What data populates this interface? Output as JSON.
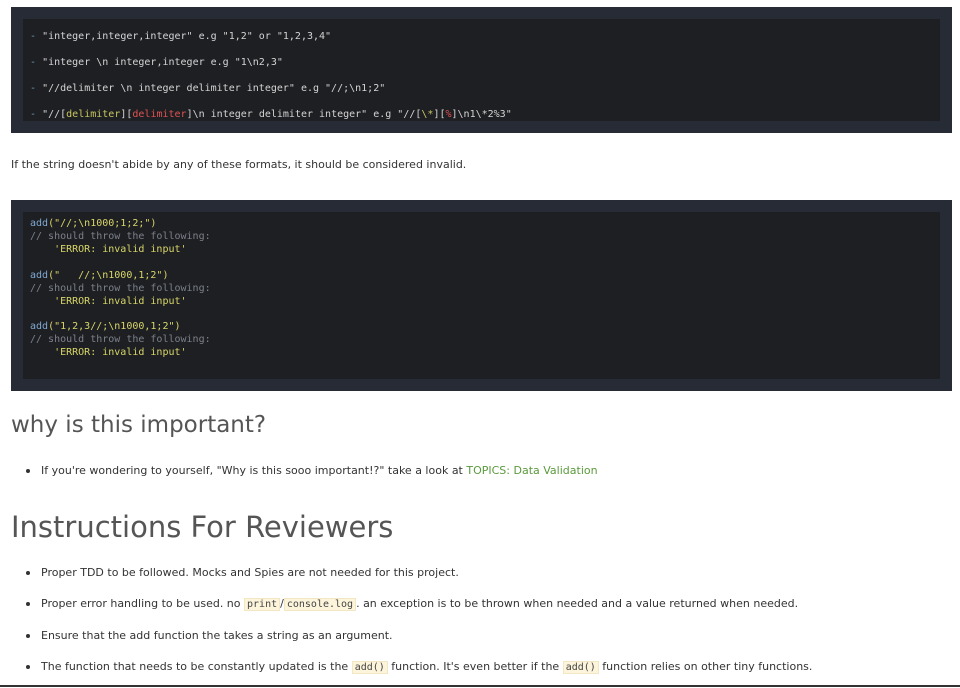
{
  "format_block": {
    "lines": [
      {
        "dash": "-",
        "text": "\"integer,integer,integer\" e.g \"1,2\" or \"1,2,3,4\""
      },
      {
        "dash": "-",
        "text": "\"integer \\n integer,integer e.g \"1\\n2,3\""
      },
      {
        "dash": "-",
        "text": "\"//delimiter \\n integer delimiter integer\" e.g \"//;\\n1;2\""
      },
      {
        "dash": "-",
        "p1": "\"//[",
        "d1": "delimiter",
        "p2": "][",
        "d2": "delimiter",
        "p3": "]\\n integer delimiter integer\" e.g \"//[",
        "e1": "\\*",
        "p4": "][",
        "e2": "%",
        "p5": "]\\n1\\*2%3\""
      }
    ]
  },
  "invalid_note": "If the string doesn't abide by any of these formats, it should be considered invalid.",
  "example_block": {
    "examples": [
      {
        "fn": "add",
        "arg": "(\"//;\\n1000;1;2;\")",
        "comment": "// should throw the following:",
        "error": "    'ERROR: invalid input'"
      },
      {
        "fn": "add",
        "arg": "(\"   //;\\n1000,1;2\")",
        "comment": "// should throw the following:",
        "error": "    'ERROR: invalid input'"
      },
      {
        "fn": "add",
        "arg": "(\"1,2,3//;\\n1000,1;2\")",
        "comment": "// should throw the following:",
        "error": "    'ERROR: invalid input'"
      }
    ]
  },
  "why_section": {
    "heading": "why is this important?",
    "item_text": "If you're wondering to yourself, \"Why is this sooo important!?\" take a look at ",
    "link_text": "TOPICS: Data Validation"
  },
  "reviewers_section": {
    "heading": "Instructions For Reviewers",
    "item1": "Proper TDD to be followed. Mocks and Spies are not needed for this project.",
    "item2_a": "Proper error handling to be used. no ",
    "item2_code1": "print",
    "item2_sep": "/",
    "item2_code2": "console.log",
    "item2_b": ". an exception is to be thrown when needed and a value returned when needed.",
    "item3": "Ensure that the add function the takes a string as an argument.",
    "item4_a": "The function that needs to be constantly updated is the ",
    "item4_code1": "add()",
    "item4_b": " function. It's even better if the ",
    "item4_code2": "add()",
    "item4_c": " function relies on other tiny functions."
  },
  "colors": {
    "code_outer": "#262b35",
    "code_inner": "#1e1f22",
    "link": "#5a9a3c",
    "inline_code_bg": "#fdf4dc"
  }
}
